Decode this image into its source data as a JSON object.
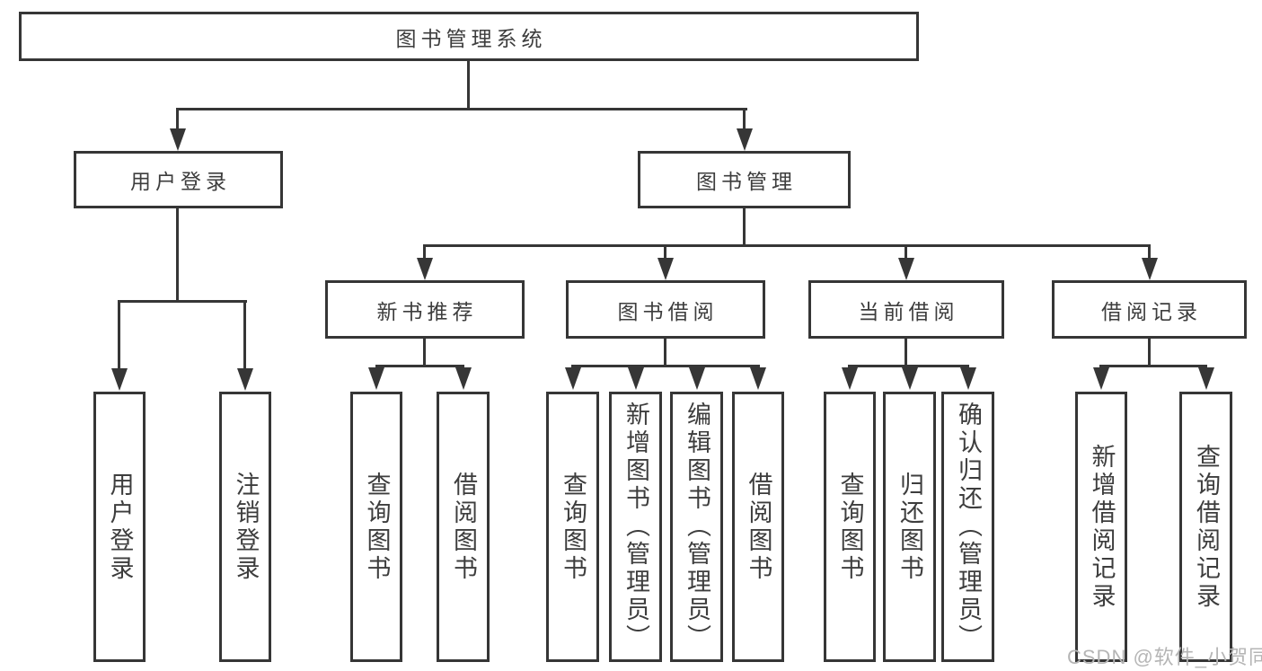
{
  "tree": {
    "label": "图书管理系统",
    "children": [
      {
        "label": "用户登录",
        "children": [
          {
            "label": "用户登录"
          },
          {
            "label": "注销登录"
          }
        ]
      },
      {
        "label": "图书管理",
        "children": [
          {
            "label": "新书推荐",
            "children": [
              {
                "label": "查询图书"
              },
              {
                "label": "借阅图书"
              }
            ]
          },
          {
            "label": "图书借阅",
            "children": [
              {
                "label": "查询图书"
              },
              {
                "label": "新增图书（管理员）"
              },
              {
                "label": "编辑图书（管理员）"
              },
              {
                "label": "借阅图书"
              }
            ]
          },
          {
            "label": "当前借阅",
            "children": [
              {
                "label": "查询图书"
              },
              {
                "label": "归还图书"
              },
              {
                "label": "确认归还（管理员）"
              }
            ]
          },
          {
            "label": "借阅记录",
            "children": [
              {
                "label": "新增借阅记录"
              },
              {
                "label": "查询借阅记录"
              }
            ]
          }
        ]
      }
    ]
  },
  "watermark": {
    "text": "CSDN @软件_小贺同学"
  },
  "colors": {
    "line": "#363636",
    "text": "#3d3d3d",
    "watermark": "#b5b5b5",
    "background": "#ffffff"
  }
}
